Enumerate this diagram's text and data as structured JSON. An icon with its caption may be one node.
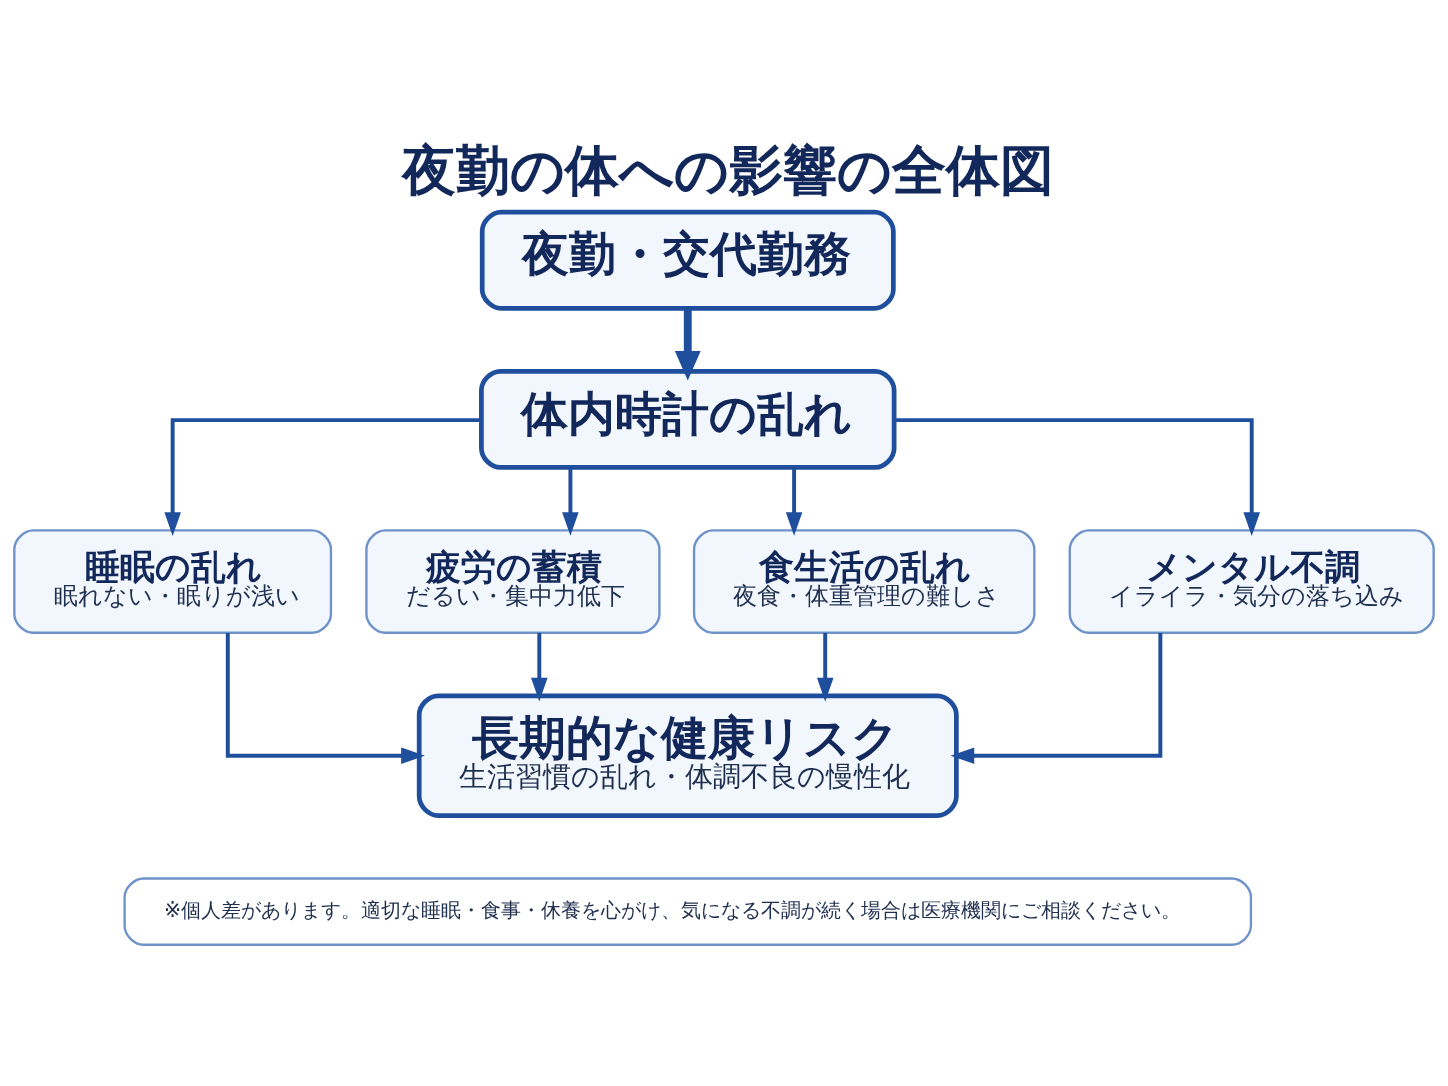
{
  "diagram": {
    "title": "夜勤の体への影響の全体図",
    "nodes": [
      {
        "text": [
          "夜勤・交代勤務"
        ]
      },
      {
        "text": [
          "体内時計の乱れ"
        ]
      },
      {
        "text": [
          "睡眠の乱れ",
          "眠れない・眠りが浅い"
        ]
      },
      {
        "text": [
          "疲労の蓄積",
          "だるい・集中力低下"
        ]
      },
      {
        "text": [
          "食生活の乱れ",
          "夜食・体重管理の難しさ"
        ]
      },
      {
        "text": [
          "メンタル不調",
          "イライラ・気分の落ち込み"
        ]
      },
      {
        "text": [
          "長期的な健康リスク",
          "生活習慣の乱れ・体調不良の慢性化"
        ]
      },
      {
        "text": [
          "※個人差があります。適切な睡眠・食事・休養を心がけ、気になる不調が続く場合は医療機関にご相談ください。"
        ]
      }
    ],
    "edges": [
      {
        "from": 0,
        "to": 1,
        "arrow": "to",
        "style": "thick"
      },
      {
        "from": 1,
        "to": 2,
        "arrow": "to"
      },
      {
        "from": 1,
        "to": 3,
        "arrow": "to"
      },
      {
        "from": 1,
        "to": 4,
        "arrow": "to"
      },
      {
        "from": 1,
        "to": 5,
        "arrow": "to"
      },
      {
        "from": 2,
        "to": 6,
        "arrow": "to"
      },
      {
        "from": 3,
        "to": 6,
        "arrow": "to"
      },
      {
        "from": 4,
        "to": 6,
        "arrow": "to"
      },
      {
        "from": 5,
        "to": 6,
        "arrow": "to"
      }
    ]
  }
}
